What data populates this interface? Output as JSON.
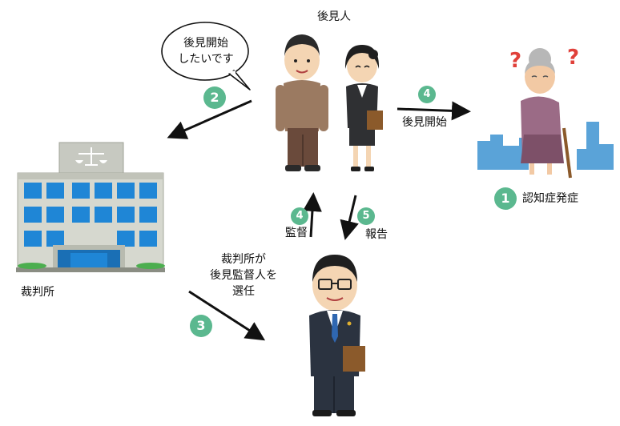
{
  "bubble": {
    "line1": "後見開始",
    "line2": "したいです"
  },
  "guardian_label": "後見人",
  "court_label": "裁判所",
  "court_note": {
    "line1": "裁判所が",
    "line2": "後見監督人を",
    "line3": "選任"
  },
  "steps": {
    "s1": {
      "num": "1",
      "label": "認知症発症"
    },
    "s2": {
      "num": "2"
    },
    "s3": {
      "num": "3"
    },
    "s4a": {
      "num": "4",
      "label": "後見開始"
    },
    "s4b": {
      "num": "4",
      "label": "監督"
    },
    "s5": {
      "num": "5",
      "label": "報告"
    }
  },
  "colors": {
    "step_badge": "#5bb88f",
    "arrow": "#111111",
    "building_blue": "#1f86d6",
    "city": "#5aa3d8"
  },
  "icons": {
    "court": "courthouse-building-icon",
    "guardians": "guardian-man-and-woman-icon",
    "elder": "confused-elderly-woman-icon",
    "supervisor": "supervisor-lawyer-icon"
  }
}
